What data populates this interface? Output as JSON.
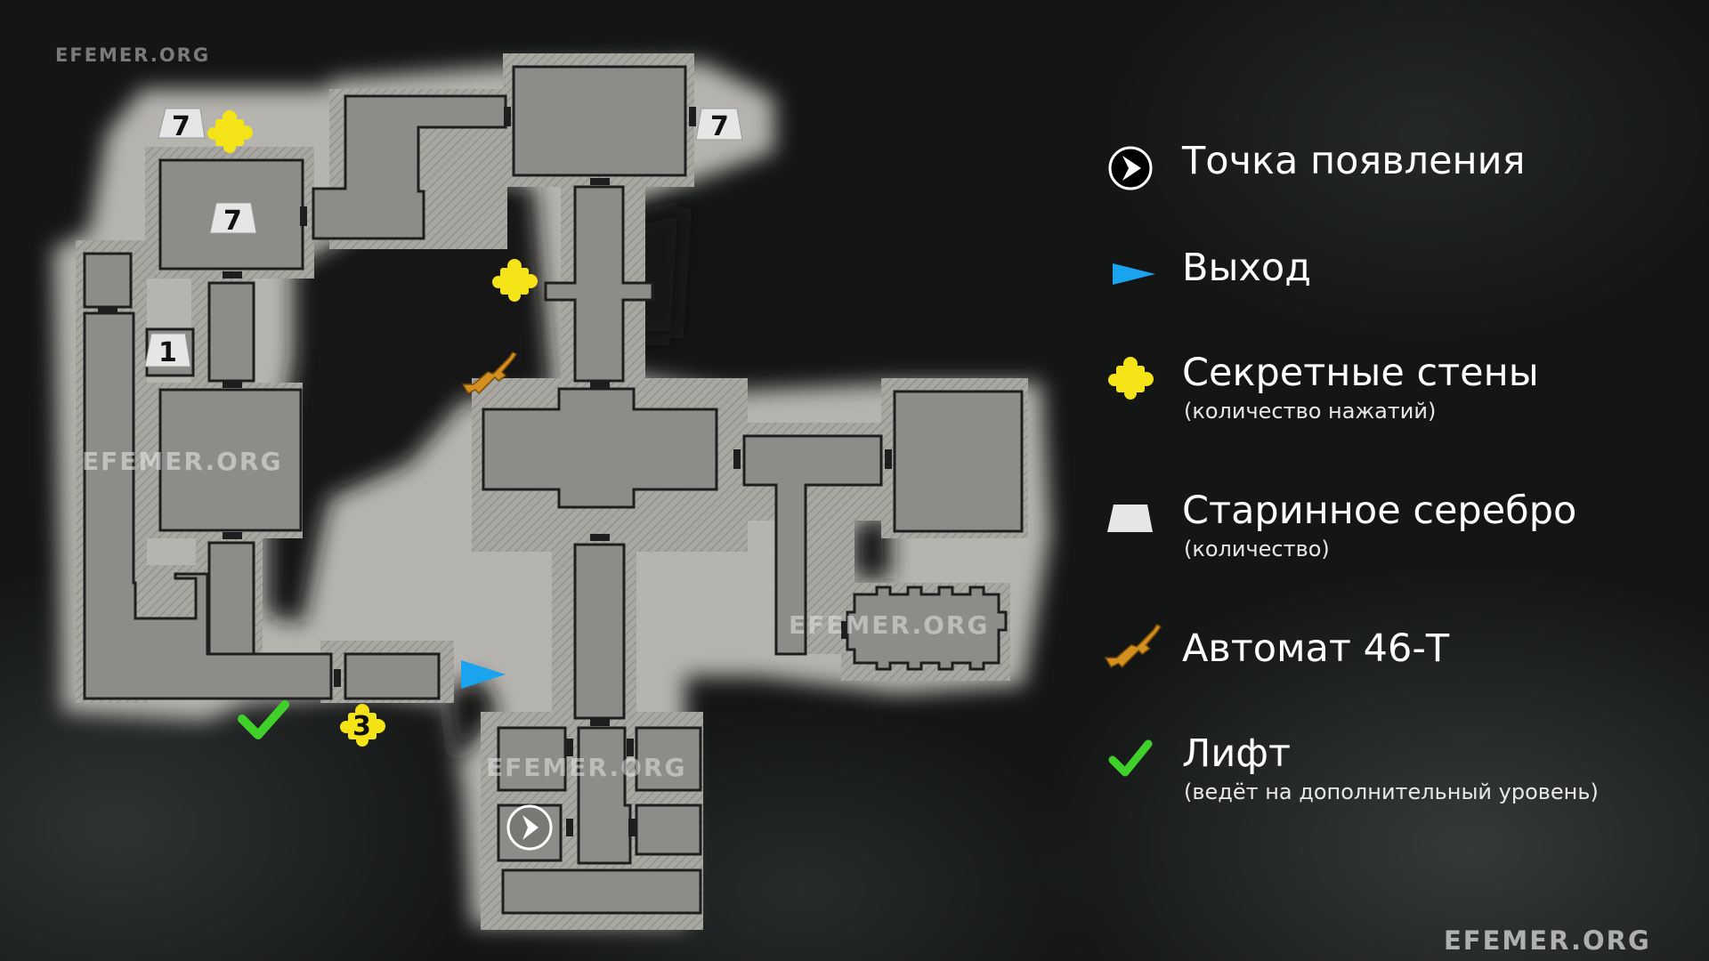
{
  "watermarks": {
    "top_left": "EFEMER.ORG",
    "map_left": "EFEMER.ORG",
    "map_right": "EFEMER.ORG",
    "map_bottom": "EFEMER.ORG",
    "bottom_right": "EFEMER.ORG"
  },
  "markers": {
    "silver_top_left": "7",
    "silver_room": "7",
    "silver_top_right": "7",
    "silver_left_corridor": "1",
    "secret_wall_bottom": "3"
  },
  "legend": {
    "spawn": {
      "title": "Точка появления",
      "icon": "spawn-icon"
    },
    "exit": {
      "title": "Выход",
      "icon": "exit-arrow-icon"
    },
    "secret": {
      "title": "Секретные стены",
      "subtitle": "(количество нажатий)",
      "icon": "puzzle-icon"
    },
    "silver": {
      "title": "Старинное серебро",
      "subtitle": "(количество)",
      "icon": "silver-bar-icon"
    },
    "weapon": {
      "title": "Автомат 46-Т",
      "icon": "rifle-icon"
    },
    "lift": {
      "title": "Лифт",
      "subtitle": "(ведёт на дополнительный уровень)",
      "icon": "checkmark-icon"
    }
  },
  "colors": {
    "map_floor": "#8e8c88",
    "map_glow": "#b9b7b2",
    "walls": "#1e1e1e",
    "puzzle": "#f4e316",
    "exit": "#1aa3ee",
    "lift": "#3fd02a",
    "rifle": "#d4901e",
    "silver": "#e6e6e6"
  }
}
